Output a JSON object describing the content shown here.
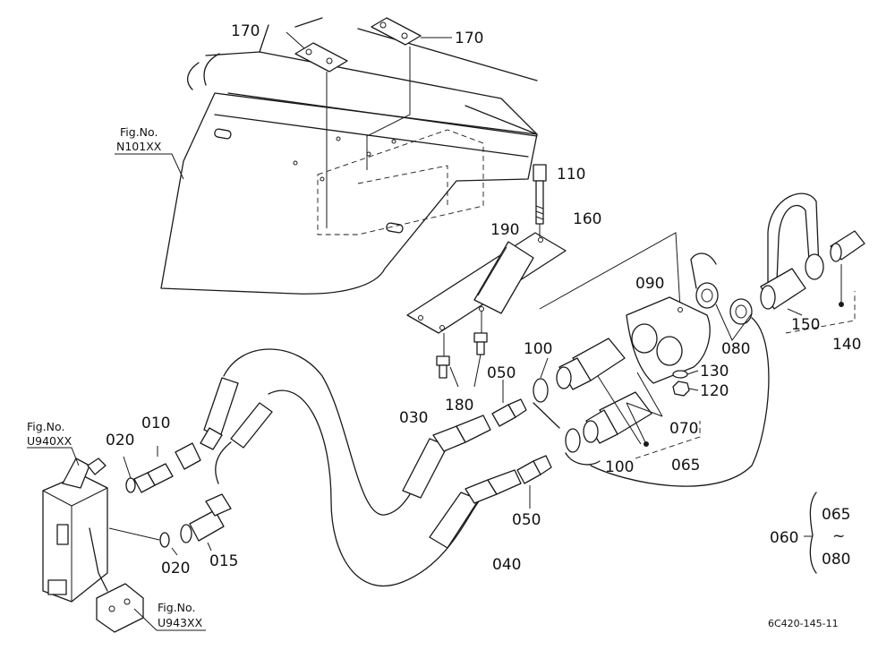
{
  "colors": {
    "line": "#1a1a1a",
    "background": "#ffffff"
  },
  "labels": {
    "p170a": "170",
    "p170b": "170",
    "p110": "110",
    "p160": "160",
    "p190": "190",
    "p090": "090",
    "p080": "080",
    "p150": "150",
    "p140": "140",
    "p100a": "100",
    "p050a": "050",
    "p130": "130",
    "p120": "120",
    "p070": "070",
    "p180": "180",
    "p030": "030",
    "p065": "065",
    "p100b": "100",
    "p050b": "050",
    "p040": "040",
    "p010": "010",
    "p020a": "020",
    "p020b": "020",
    "p015": "015"
  },
  "group": {
    "p060": "060",
    "top": "065",
    "tilde": "~",
    "bottom": "080"
  },
  "refs": {
    "n101_prefix": "Fig.No.",
    "n101": "N101XX",
    "u940_prefix": "Fig.No.",
    "u940": "U940XX",
    "u943_prefix": "Fig.No.",
    "u943": "U943XX"
  },
  "drawing_code": "6C420-145-11"
}
